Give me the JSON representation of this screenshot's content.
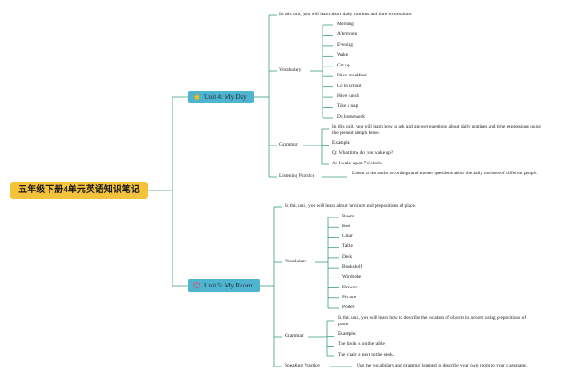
{
  "root": {
    "title": "五年级下册4单元英语知识笔记"
  },
  "unit4": {
    "title": "Unit 4: My Day",
    "icon": "star-icon",
    "intro": "In this unit, you will learn about daily routines and time expressions.",
    "vocabulary_label": "Vocabulary",
    "vocabulary": [
      "Morning",
      "Afternoon",
      "Evening",
      "Wake",
      "Get up",
      "Have breakfast",
      "Go to school",
      "Have lunch",
      "Take a nap",
      "Do homework"
    ],
    "grammar_label": "Grammar",
    "grammar": [
      "In this unit, you will learn how to ask and answer questions about daily routines and time expressions using the present simple tense.",
      "Example:",
      "Q: What time do you wake up?",
      "A: I wake up at 7 o'clock."
    ],
    "practice_label": "Listening Practice",
    "practice": "Listen to the audio recordings and answer questions about the daily routines of different people."
  },
  "unit5": {
    "title": "Unit 5: My Room",
    "icon": "heart-icon",
    "intro": "In this unit, you will learn about furniture and prepositions of place.",
    "vocabulary_label": "Vocabulary",
    "vocabulary": [
      "Room",
      "Bed",
      "Chair",
      "Table",
      "Desk",
      "Bookshelf",
      "Wardrobe",
      "Drawer",
      "Picture",
      "Poster"
    ],
    "grammar_label": "Grammar",
    "grammar": [
      "In this unit, you will learn how to describe the location of objects in a room using prepositions of place.",
      "Example:",
      "The book is on the table.",
      "The chair is next to the desk."
    ],
    "practice_label": "Speaking Practice",
    "practice": "Use the vocabulary and grammar learned to describe your own room to your classmates."
  },
  "colors": {
    "branch": "#3e9b86",
    "root": "#f5c33b",
    "unit": "#4fb4d0",
    "star": "#f3c623",
    "heart": "#e04a6a"
  }
}
